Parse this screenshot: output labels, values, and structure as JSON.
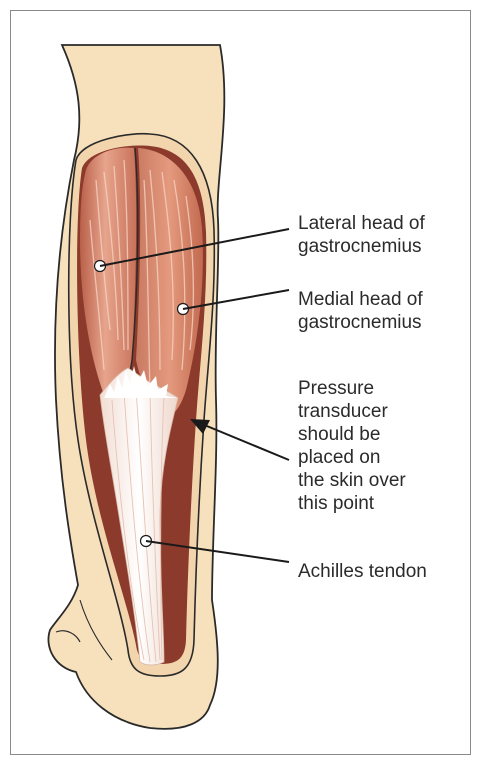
{
  "labels": {
    "lateral_head": [
      "Lateral head of",
      "gastrocnemius"
    ],
    "medial_head": [
      "Medial head of",
      "gastrocnemius"
    ],
    "pressure_point": [
      "Pressure",
      "transducer",
      "should be",
      "placed on",
      "the skin over",
      "this point"
    ],
    "achilles": [
      "Achilles tendon"
    ]
  },
  "colors": {
    "skin": "#f7e1bd",
    "outline": "#2a2a2a",
    "muscle": "#cc7a5e",
    "muscle_highlight": "#f0c0ab",
    "deep_muscle": "#8b3a2c",
    "tendon": "#fbf3ee",
    "leader": "#1a1a1a"
  }
}
